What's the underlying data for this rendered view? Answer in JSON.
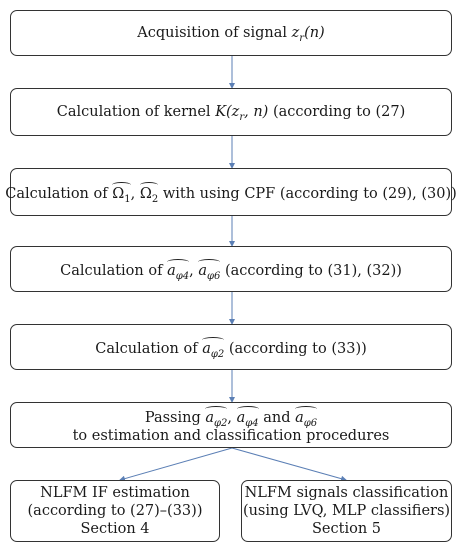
{
  "boxes": {
    "b1": {
      "prefix": "Acquisition of signal",
      "math": "z",
      "math_sub": "r",
      "math_arg": "(n)"
    },
    "b2": {
      "prefix": "Calculation of kernel",
      "math": "K(z",
      "math_sub": "r",
      "math_arg": ", n)",
      "suffix": "(according to (27)"
    },
    "b3": {
      "prefix": "Calculation of",
      "sym1": "Ω",
      "sym1_sub": "1",
      "sep": ",",
      "sym2": "Ω",
      "sym2_sub": "2",
      "suffix": "with using CPF (according to (29), (30))"
    },
    "b4": {
      "prefix": "Calculation of",
      "sym1": "a",
      "sym1_sub": "φ4",
      "sep": ",",
      "sym2": "a",
      "sym2_sub": "φ6",
      "suffix": "(according to (31), (32))"
    },
    "b5": {
      "prefix": "Calculation of",
      "sym1": "a",
      "sym1_sub": "φ2",
      "suffix": "(according to (33))"
    },
    "b6": {
      "prefix": "Passing",
      "sym1": "a",
      "sym1_sub": "φ2",
      "sep": ",",
      "sym2": "a",
      "sym2_sub": "φ4",
      "and": "and",
      "sym3": "a",
      "sym3_sub": "φ6",
      "line2": "to estimation and classification procedures"
    },
    "b7": {
      "line1": "NLFM IF estimation",
      "line2": "(according to (27)–(33))",
      "line3": "Section 4"
    },
    "b8": {
      "line1": "NLFM signals classification",
      "line2": "(using LVQ, MLP classifiers)",
      "line3": "Section 5"
    }
  },
  "colors": {
    "arrow": "#5b7fb5",
    "border": "#333333"
  }
}
